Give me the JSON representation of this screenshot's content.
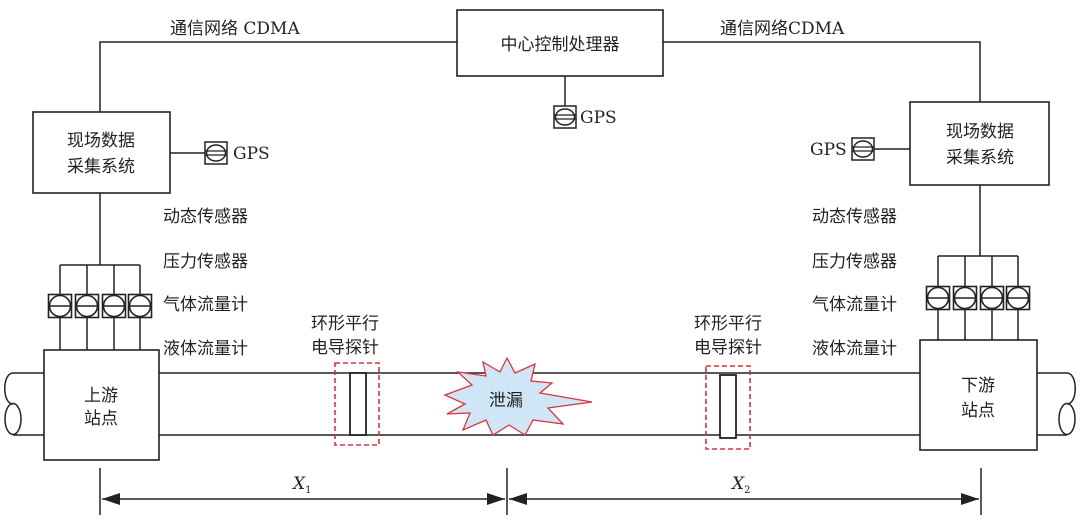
{
  "center": {
    "title": "中心控制处理器",
    "gps": "GPS"
  },
  "links": {
    "left": "通信网络 CDMA",
    "right": "通信网络CDMA"
  },
  "left_station": {
    "line1": "现场数据",
    "line2": "采集系统",
    "gps": "GPS"
  },
  "right_station": {
    "line1": "现场数据",
    "line2": "采集系统",
    "gps": "GPS"
  },
  "sensors": [
    "动态传感器",
    "压力传感器",
    "气体流量计",
    "液体流量计"
  ],
  "upstream": {
    "line1": "上游",
    "line2": "站点"
  },
  "downstream": {
    "line1": "下游",
    "line2": "站点"
  },
  "probe": {
    "line1": "环形平行",
    "line2": "电导探针"
  },
  "leak": "泄漏",
  "distances": {
    "x1": "X",
    "x1_sub": "1",
    "x2": "X",
    "x2_sub": "2"
  },
  "colors": {
    "leak_fill": "#cfe6f7",
    "leak_stroke": "#e0343a",
    "probe_box": "#d9343a"
  }
}
